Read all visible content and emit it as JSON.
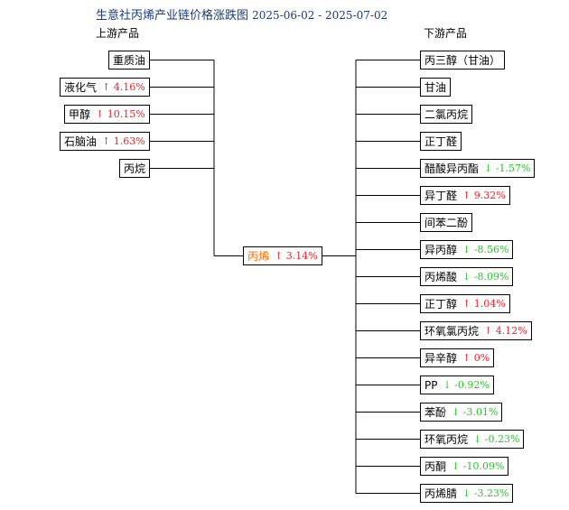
{
  "title": {
    "main": "生意社丙烯产业链价格涨跌图",
    "dates": "2025-06-02 - 2025-07-02"
  },
  "upstream_header": "上游产品",
  "downstream_header": "下游产品",
  "colors": {
    "title": "#1a3b7d",
    "rise": "#e8242b",
    "fall": "#2ac42a",
    "center": "#ff6a00"
  },
  "center": {
    "name": "丙烯",
    "dir": "up",
    "change": "3.14%"
  },
  "upstream": [
    {
      "name": "重质油",
      "dir": null,
      "change": null
    },
    {
      "name": "液化气",
      "dir": "up",
      "change": "4.16%"
    },
    {
      "name": "甲醇",
      "dir": "up",
      "change": "10.15%"
    },
    {
      "name": "石脑油",
      "dir": "up",
      "change": "1.63%"
    },
    {
      "name": "丙烷",
      "dir": null,
      "change": null
    }
  ],
  "downstream": [
    {
      "name": "丙三醇（甘油）",
      "dir": null,
      "change": null
    },
    {
      "name": "甘油",
      "dir": null,
      "change": null
    },
    {
      "name": "二氯丙烷",
      "dir": null,
      "change": null
    },
    {
      "name": "正丁醛",
      "dir": null,
      "change": null
    },
    {
      "name": "醋酸异丙酯",
      "dir": "down",
      "change": "-1.57%"
    },
    {
      "name": "异丁醛",
      "dir": "up",
      "change": "9.32%"
    },
    {
      "name": "间苯二酚",
      "dir": null,
      "change": null
    },
    {
      "name": "异丙醇",
      "dir": "down",
      "change": "-8.56%"
    },
    {
      "name": "丙烯酸",
      "dir": "down",
      "change": "-8.09%"
    },
    {
      "name": "正丁醇",
      "dir": "up",
      "change": "1.04%"
    },
    {
      "name": "环氧氯丙烷",
      "dir": "up",
      "change": "4.12%"
    },
    {
      "name": "异辛醇",
      "dir": "up",
      "change": "0%"
    },
    {
      "name": "PP",
      "dir": "down",
      "change": "-0.92%"
    },
    {
      "name": "苯酚",
      "dir": "down",
      "change": "-3.01%"
    },
    {
      "name": "环氧丙烷",
      "dir": "down",
      "change": "-0.23%"
    },
    {
      "name": "丙酮",
      "dir": "down",
      "change": "-10.09%"
    },
    {
      "name": "丙烯腈",
      "dir": "down",
      "change": "-3.23%"
    }
  ]
}
